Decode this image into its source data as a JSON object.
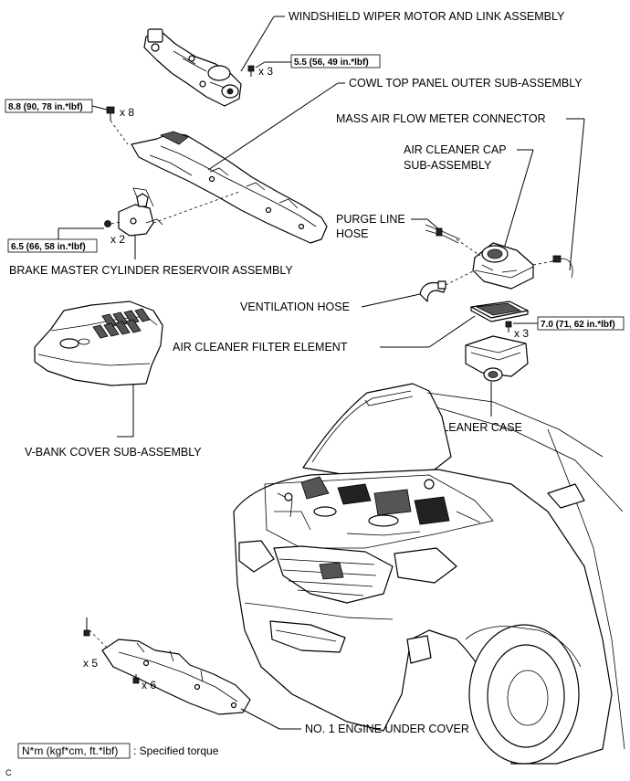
{
  "labels": {
    "wiper_motor": "WINDSHIELD WIPER MOTOR AND LINK ASSEMBLY",
    "cowl_top": "COWL TOP PANEL OUTER SUB-ASSEMBLY",
    "maf_connector": "MASS AIR FLOW METER CONNECTOR",
    "air_cleaner_cap_1": "AIR CLEANER CAP",
    "air_cleaner_cap_2": "SUB-ASSEMBLY",
    "purge_line_1": "PURGE LINE",
    "purge_line_2": "HOSE",
    "brake_reservoir": "BRAKE MASTER CYLINDER RESERVOIR ASSEMBLY",
    "ventilation_hose": "VENTILATION HOSE",
    "filter_element": "AIR CLEANER FILTER ELEMENT",
    "air_cleaner_case": "AIR CLEANER CASE",
    "vbank_cover": "V-BANK COVER SUB-ASSEMBLY",
    "under_cover": "NO. 1 ENGINE UNDER COVER"
  },
  "torques": {
    "wiper": "5.5 (56, 49 in.*lbf)",
    "cowl": "8.8 (90, 78 in.*lbf)",
    "brake": "6.5 (66, 58 in.*lbf)",
    "case": "7.0 (71, 62 in.*lbf)"
  },
  "quantities": {
    "wiper": "x 3",
    "cowl": "x 8",
    "brake": "x 2",
    "case": "x 3",
    "under_upper": "x 5",
    "under_lower": "x 6"
  },
  "legend": {
    "box": "N*m (kgf*cm, ft.*lbf)",
    "text": ": Specified torque"
  },
  "corner_code": "C"
}
